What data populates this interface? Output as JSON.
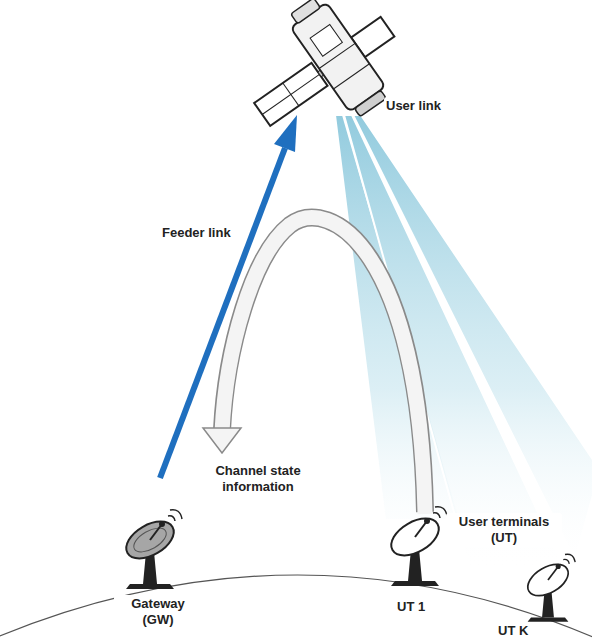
{
  "diagram": {
    "labels": [
      "User link",
      "Feeder link",
      "Channel state information",
      "Gateway (GW)",
      "User terminals (UT)",
      "UT 1",
      "UT K"
    ]
  }
}
